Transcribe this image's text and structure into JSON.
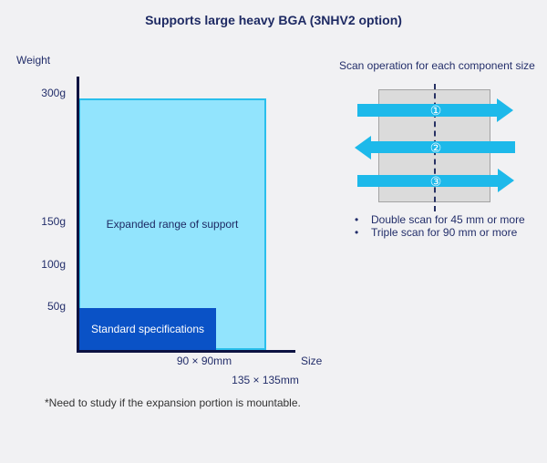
{
  "title": "Supports large heavy BGA (3NHV2 option)",
  "footnote": "*Need to study if the expansion portion is mountable.",
  "weight_chart": {
    "y_axis_label": "Weight",
    "x_axis_label": "Size",
    "y_ticks": [
      "300g",
      "150g",
      "100g",
      "50g"
    ],
    "x_tick_90": "90 × 90mm",
    "x_tick_135": "135 × 135mm",
    "expanded_region_label": "Expanded range of support",
    "standard_region_label": "Standard specifications"
  },
  "scan_diagram": {
    "title": "Scan operation for each component size",
    "arrow_numbers": [
      "①",
      "②",
      "③"
    ],
    "bullet_char": "•",
    "bullets": [
      "Double scan for 45 mm or more",
      "Triple scan for 90 mm or more"
    ]
  },
  "chart_data": {
    "type": "area",
    "xlabel": "Size",
    "ylabel": "Weight",
    "y_ticks_g": [
      50,
      100,
      150,
      300
    ],
    "x_ticks_mm": [
      "90 × 90",
      "135 × 135"
    ],
    "regions": [
      {
        "label": "Standard specifications",
        "max_size_mm": "90 × 90",
        "max_weight_g": 50
      },
      {
        "label": "Expanded range of support",
        "max_size_mm": "135 × 135",
        "max_weight_g": 300
      }
    ]
  },
  "colors": {
    "background": "#f1f1f3",
    "navy_text": "#1e2a63",
    "axis_navy": "#0d1342",
    "cyan_border": "#29bfec",
    "cyan_fill": "#92e4fd",
    "standard_blue": "#0a52c6",
    "arrow_cyan": "#1db9ea",
    "square_fill": "#dbdbdb",
    "square_border": "#a3a3a3",
    "footnote_text": "#333333"
  }
}
